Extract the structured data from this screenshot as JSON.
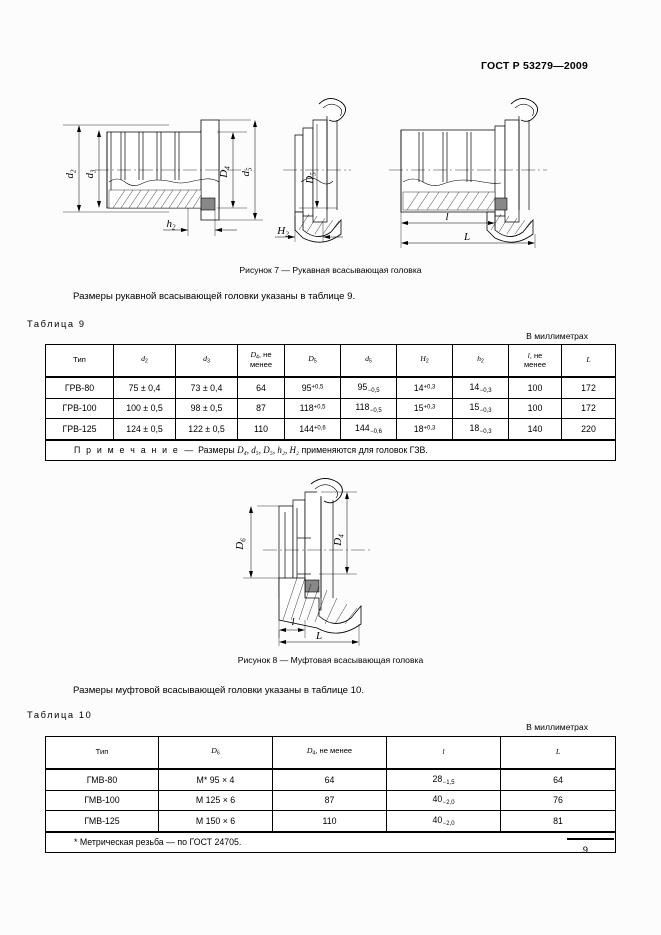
{
  "document": {
    "standard_header": "ГОСТ Р 53279—2009",
    "page_number": "9"
  },
  "figures": [
    {
      "id": "figure-7",
      "caption": "Рисунок 7 — Рукавная всасывающая головка",
      "dimension_labels": [
        "d₂",
        "d₃",
        "D₄",
        "d₅",
        "h₂",
        "H₂",
        "D₅",
        "l",
        "L"
      ]
    },
    {
      "id": "figure-8",
      "caption": "Рисунок 8 — Муфтовая всасывающая головка",
      "dimension_labels": [
        "D₆",
        "D₄",
        "l",
        "L"
      ]
    }
  ],
  "paragraphs": {
    "ref_table9": "Размеры рукавной всасывающей головки указаны в таблице 9.",
    "ref_table10": "Размеры муфтовой всасывающей головки указаны в таблице 10."
  },
  "table9": {
    "label": "Таблица 9",
    "units": "В миллиметрах",
    "headers": [
      {
        "text": "Тип",
        "sub": "",
        "second_line": ""
      },
      {
        "text": "d",
        "sub": "2",
        "second_line": ""
      },
      {
        "text": "d",
        "sub": "3",
        "second_line": ""
      },
      {
        "text": "D",
        "sub": "4",
        "second_line": ", не менее"
      },
      {
        "text": "D",
        "sub": "5",
        "second_line": ""
      },
      {
        "text": "d",
        "sub": "5",
        "second_line": ""
      },
      {
        "text": "H",
        "sub": "2",
        "second_line": ""
      },
      {
        "text": "h",
        "sub": "2",
        "second_line": ""
      },
      {
        "text": "l",
        "sub": "",
        "second_line": ", не менее"
      },
      {
        "text": "L",
        "sub": "",
        "second_line": ""
      }
    ],
    "rows": [
      {
        "type": "ГРВ-80",
        "d2": "75 ± 0,4",
        "d3": "73 ± 0,4",
        "D4": "64",
        "D5_base": "95",
        "D5_tol": "+0,5",
        "d5_base": "95",
        "d5_tol": "−0,5",
        "H2_base": "14",
        "H2_tol": "+0,3",
        "h2_base": "14",
        "h2_tol": "−0,3",
        "l": "100",
        "L": "172"
      },
      {
        "type": "ГРВ-100",
        "d2": "100 ± 0,5",
        "d3": "98 ± 0,5",
        "D4": "87",
        "D5_base": "118",
        "D5_tol": "+0,5",
        "d5_base": "118",
        "d5_tol": "−0,5",
        "H2_base": "15",
        "H2_tol": "+0,3",
        "h2_base": "15",
        "h2_tol": "−0,3",
        "l": "100",
        "L": "172"
      },
      {
        "type": "ГРВ-125",
        "d2": "124 ± 0,5",
        "d3": "122 ± 0,5",
        "D4": "110",
        "D5_base": "144",
        "D5_tol": "+0,6",
        "d5_base": "144",
        "d5_tol": "−0,6",
        "H2_base": "18",
        "H2_tol": "+0,3",
        "h2_base": "18",
        "h2_tol": "−0,3",
        "l": "140",
        "L": "220"
      }
    ],
    "note_prefix": "П р и м е ч а н и е",
    "note_dash": "—",
    "note_text_a": "Размеры",
    "note_vars": "D₄, d₅, D₅, h₂, H₂",
    "note_text_b": "применяются для головок ГЗВ."
  },
  "table10": {
    "label": "Таблица 10",
    "units": "В миллиметрах",
    "headers": [
      {
        "text": "Тип",
        "sub": ""
      },
      {
        "text": "D",
        "sub": "6"
      },
      {
        "text": "D",
        "sub": "4",
        "second_line": ", не менее"
      },
      {
        "text": "l",
        "sub": ""
      },
      {
        "text": "L",
        "sub": ""
      }
    ],
    "rows": [
      {
        "type": "ГМВ-80",
        "D6": "М* 95 × 4",
        "D4": "64",
        "l_base": "28",
        "l_tol": "−1,5",
        "L": "64"
      },
      {
        "type": "ГМВ-100",
        "D6": "М 125 × 6",
        "D4": "87",
        "l_base": "40",
        "l_tol": "−2,0",
        "L": "76"
      },
      {
        "type": "ГМВ-125",
        "D6": "М 150 × 6",
        "D4": "110",
        "l_base": "40",
        "l_tol": "−2,0",
        "L": "81"
      }
    ],
    "footnote": "* Метрическая резьба — по ГОСТ 24705."
  },
  "colors": {
    "ink": "#000000",
    "paper": "#fcfcfc",
    "rule": "#000000"
  }
}
